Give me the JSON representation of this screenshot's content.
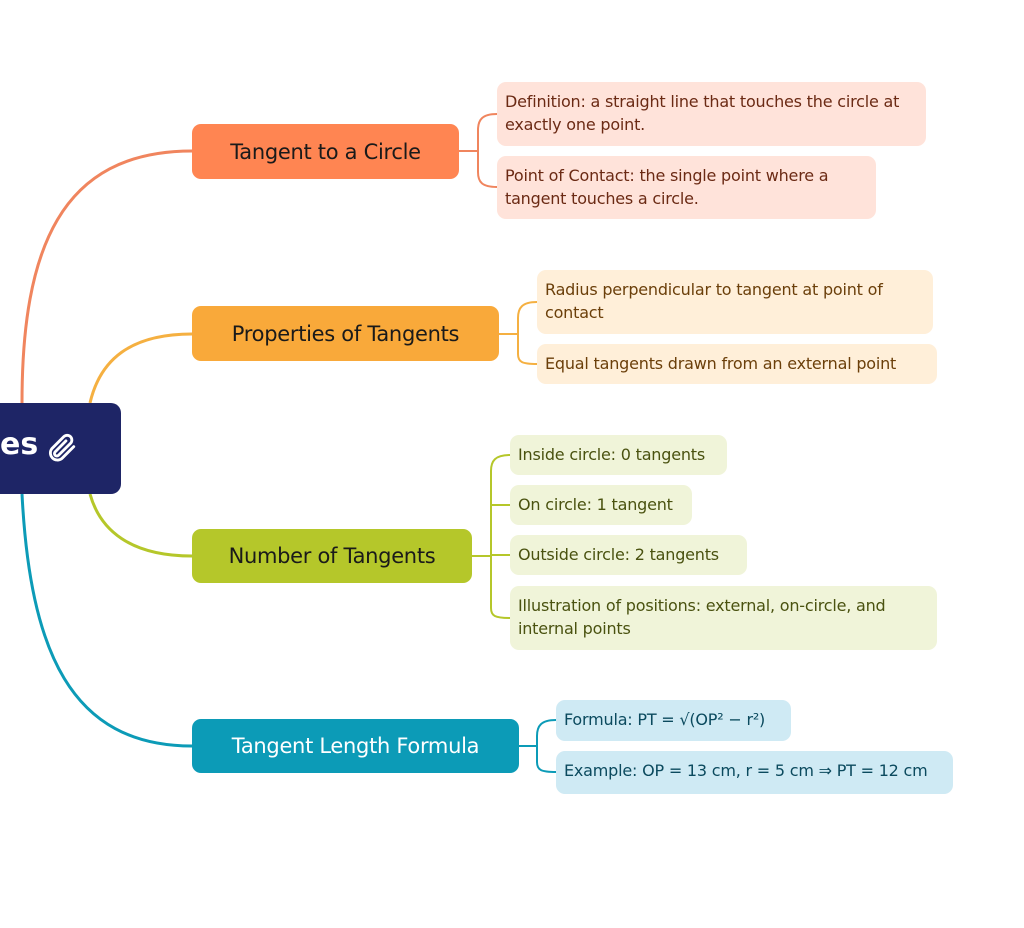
{
  "central": {
    "label": "es",
    "icon": "paperclip-icon",
    "color": "#1E2566"
  },
  "branches": [
    {
      "label": "Tangent to a Circle",
      "color": "#FF8552",
      "leaf_bg": "#FFE3DA",
      "leaf_text": "#6B2A14",
      "leaves": [
        "Definition: a straight line that touches the circle at exactly one point.",
        "Point of Contact: the single point where a tangent touches a circle."
      ]
    },
    {
      "label": "Properties of Tangents",
      "color": "#F9A93A",
      "leaf_bg": "#FFEFD9",
      "leaf_text": "#6B3F0A",
      "leaves": [
        "Radius perpendicular to tangent at point of contact",
        "Equal tangents drawn from an external point"
      ]
    },
    {
      "label": "Number of Tangents",
      "color": "#B5C72A",
      "leaf_bg": "#F0F4D9",
      "leaf_text": "#4A5210",
      "leaves": [
        "Inside circle: 0 tangents",
        "On circle: 1 tangent",
        "Outside circle: 2 tangents",
        "Illustration of positions: external, on-circle, and internal points"
      ]
    },
    {
      "label": "Tangent Length Formula",
      "color": "#0C9BB7",
      "leaf_bg": "#CFEAF4",
      "leaf_text": "#0B4A5E",
      "leaves": [
        "Formula: PT = √(OP² − r²)",
        "Example: OP = 13 cm, r = 5 cm ⇒ PT = 12 cm"
      ]
    }
  ]
}
